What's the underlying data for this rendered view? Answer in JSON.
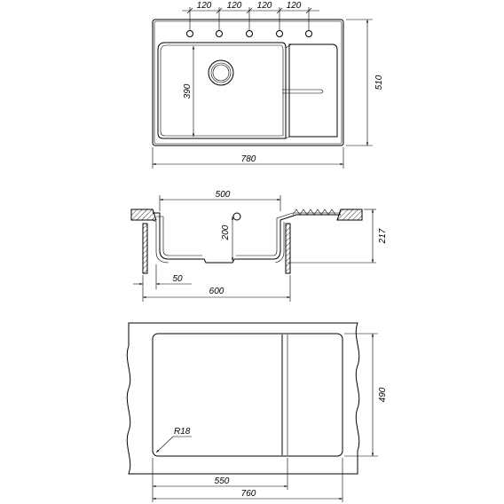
{
  "top_view": {
    "hole_spacings": [
      "120",
      "120",
      "120",
      "120"
    ],
    "bowl_height": "390",
    "overall_height": "510",
    "overall_width": "780"
  },
  "section_view": {
    "bowl_width": "500",
    "bowl_depth": "200",
    "overall_depth": "217",
    "edge_offset": "50",
    "cabinet_width": "600"
  },
  "cutout_view": {
    "corner_radius": "R18",
    "cutout_height": "490",
    "bowl_cut_width": "550",
    "cutout_width": "760"
  }
}
